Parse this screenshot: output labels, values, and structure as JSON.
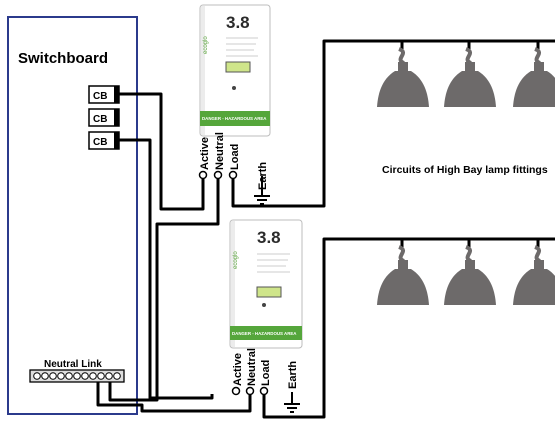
{
  "switchboard": {
    "title": "Switchboard",
    "breakers": [
      "CB",
      "CB",
      "CB"
    ],
    "neutral_link_label": "Neutral Link"
  },
  "controllers": [
    {
      "badge": "3.8",
      "brand": "ecoglo",
      "warning": "DANGER - HAZARDOUS AREA",
      "terminals": [
        "Active",
        "Neutral",
        "Load"
      ],
      "earth": "Earth"
    },
    {
      "badge": "3.8",
      "brand": "ecoglo",
      "warning": "DANGER - HAZARDOUS AREA",
      "terminals": [
        "Active",
        "Neutral",
        "Load"
      ],
      "earth": "Earth"
    }
  ],
  "lamps_caption": "Circuits of High Bay lamp fittings",
  "colors": {
    "switchboard_border": "#2b3a8c",
    "lamp": "#6d6a6a",
    "display": "#cfe58a",
    "warning": "#55a63b",
    "accent": "#5aa33c"
  }
}
